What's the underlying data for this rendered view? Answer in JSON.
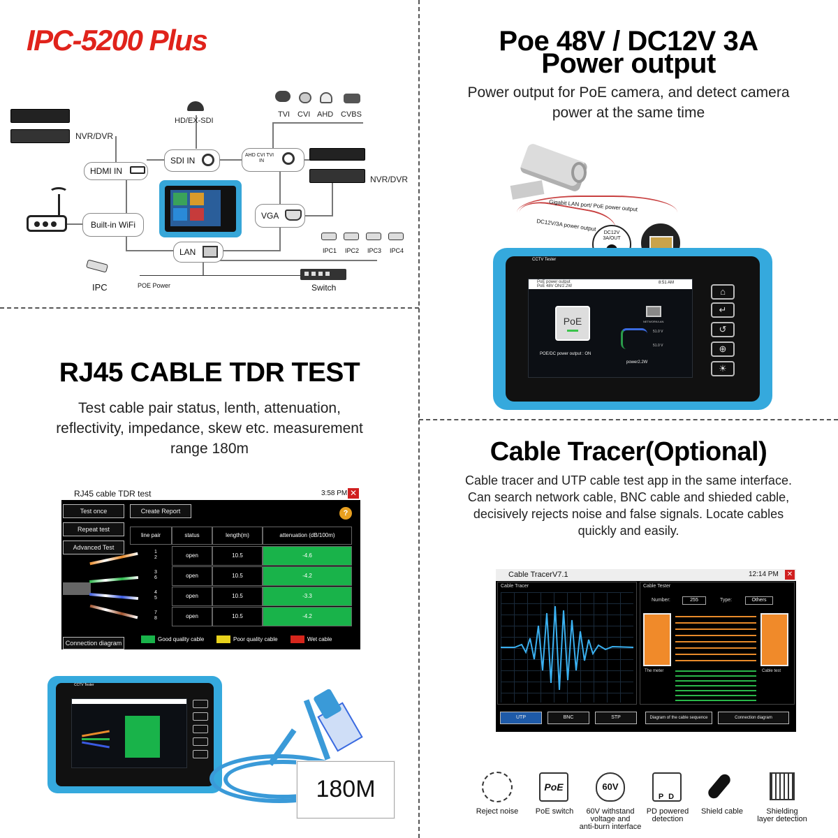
{
  "product_title": "IPC-5200 Plus",
  "diagram": {
    "hd_sdi_label": "HD/EX-SDI",
    "cam_labels": [
      "TVI",
      "CVI",
      "AHD",
      "CVBS"
    ],
    "nvr_label_left": "NVR/DVR",
    "nvr_label_right": "NVR/DVR",
    "hdmi_in": "HDMI IN",
    "sdi_in": "SDI IN",
    "ahd_in_line1": "AHD CVI TVI",
    "ahd_in_line2": "IN",
    "vga": "VGA",
    "wifi": "Built-in WiFi",
    "lan": "LAN",
    "ipc_labels": [
      "IPC1",
      "IPC2",
      "IPC3",
      "IPC4"
    ],
    "ipc": "IPC",
    "poe_power": "POE Power",
    "switch": "Switch"
  },
  "poe_panel": {
    "title_line1": "Poe 48V / DC12V 3A",
    "title_line2": "Power output",
    "subtitle_line1": "Power output for PoE camera, and detect camera",
    "subtitle_line2": "power at the same time",
    "cable_label1": "Gigabit LAN port/ PoE power output",
    "cable_label2": "DC12V/3A power output",
    "dc_label1": "DC12V",
    "dc_label2": "3A/OUT",
    "device_brand": "CCTV Tester",
    "screen_title": "PoE power output",
    "screen_sub": "PoE 48V ON/2.2W",
    "screen_time": "8:51 AM",
    "poe_button": "PoE",
    "poe_status": "POE/DC power output : ON",
    "network_label": "NETWORK/LAN",
    "voltage1": "51.0 V",
    "voltage2": "51.0 V",
    "power": "power2.2W"
  },
  "tdr_panel": {
    "title": "RJ45 CABLE TDR TEST",
    "subtitle_line1": "Test cable pair status, lenth, attenuation,",
    "subtitle_line2": "reflectivity, impedance, skew etc. measurement",
    "subtitle_line3": "range 180m",
    "screen_title": "RJ45 cable TDR test",
    "screen_time": "3:58 PM",
    "buttons": [
      "Test once",
      "Repeat test",
      "Advanced Test",
      "Connection diagram"
    ],
    "create_report": "Create Report",
    "columns": [
      "line pair",
      "status",
      "length(m)",
      "attenuation (dB/100m)"
    ],
    "rows": [
      {
        "pins": [
          "1",
          "2"
        ],
        "status": "open",
        "length": "10.5",
        "attenuation": "-4.6"
      },
      {
        "pins": [
          "3",
          "6"
        ],
        "status": "open",
        "length": "10.5",
        "attenuation": "-4.2"
      },
      {
        "pins": [
          "4",
          "5"
        ],
        "status": "open",
        "length": "10.5",
        "attenuation": "-3.3"
      },
      {
        "pins": [
          "7",
          "8"
        ],
        "status": "open",
        "length": "10.5",
        "attenuation": "-4.2"
      }
    ],
    "legend": [
      "Good quality cable",
      "Poor quality cable",
      "Wet cable"
    ],
    "legend_colors": [
      "#19b34a",
      "#e8d21c",
      "#d6261c"
    ],
    "distance_label": "180M",
    "device_brand": "CCTV Tester"
  },
  "tracer_panel": {
    "title": "Cable Tracer(Optional)",
    "subtitle_lines": [
      "Cable tracer and UTP cable test app in the same interface.",
      "Can search network cable, BNC cable and shieded cable,",
      "decisively rejects noise and false signals. Locate cables",
      "quickly and easily."
    ],
    "screen_title": "Cable TracerV7.1",
    "screen_time": "12:14 PM",
    "left_header": "Cable Tracer",
    "right_header": "Cable Tester",
    "number_label": "Number:",
    "number_value": "255",
    "type_label": "Type:",
    "type_value": "Others",
    "the_meter": "The meter",
    "cable_test": "Cable test",
    "mode_buttons": [
      "UTP",
      "BNC",
      "STP"
    ],
    "bottom_buttons": [
      "Diagram of the cable sequence",
      "Connection diagram"
    ],
    "features": [
      {
        "icon": "reject-noise-icon",
        "label": [
          "Reject noise"
        ]
      },
      {
        "icon": "poe-icon",
        "label": [
          "PoE switch"
        ],
        "icon_text": "PoE"
      },
      {
        "icon": "60v-icon",
        "label": [
          "60V withstand",
          "voltage and",
          "anti-burn interface"
        ],
        "icon_text": "60V"
      },
      {
        "icon": "pd-icon",
        "label": [
          "PD powered",
          "detection"
        ],
        "icon_text": "P D"
      },
      {
        "icon": "shield-cable-icon",
        "label": [
          "Shield cable"
        ]
      },
      {
        "icon": "shielding-layer-icon",
        "label": [
          "Shielding",
          "layer detection"
        ]
      }
    ]
  }
}
